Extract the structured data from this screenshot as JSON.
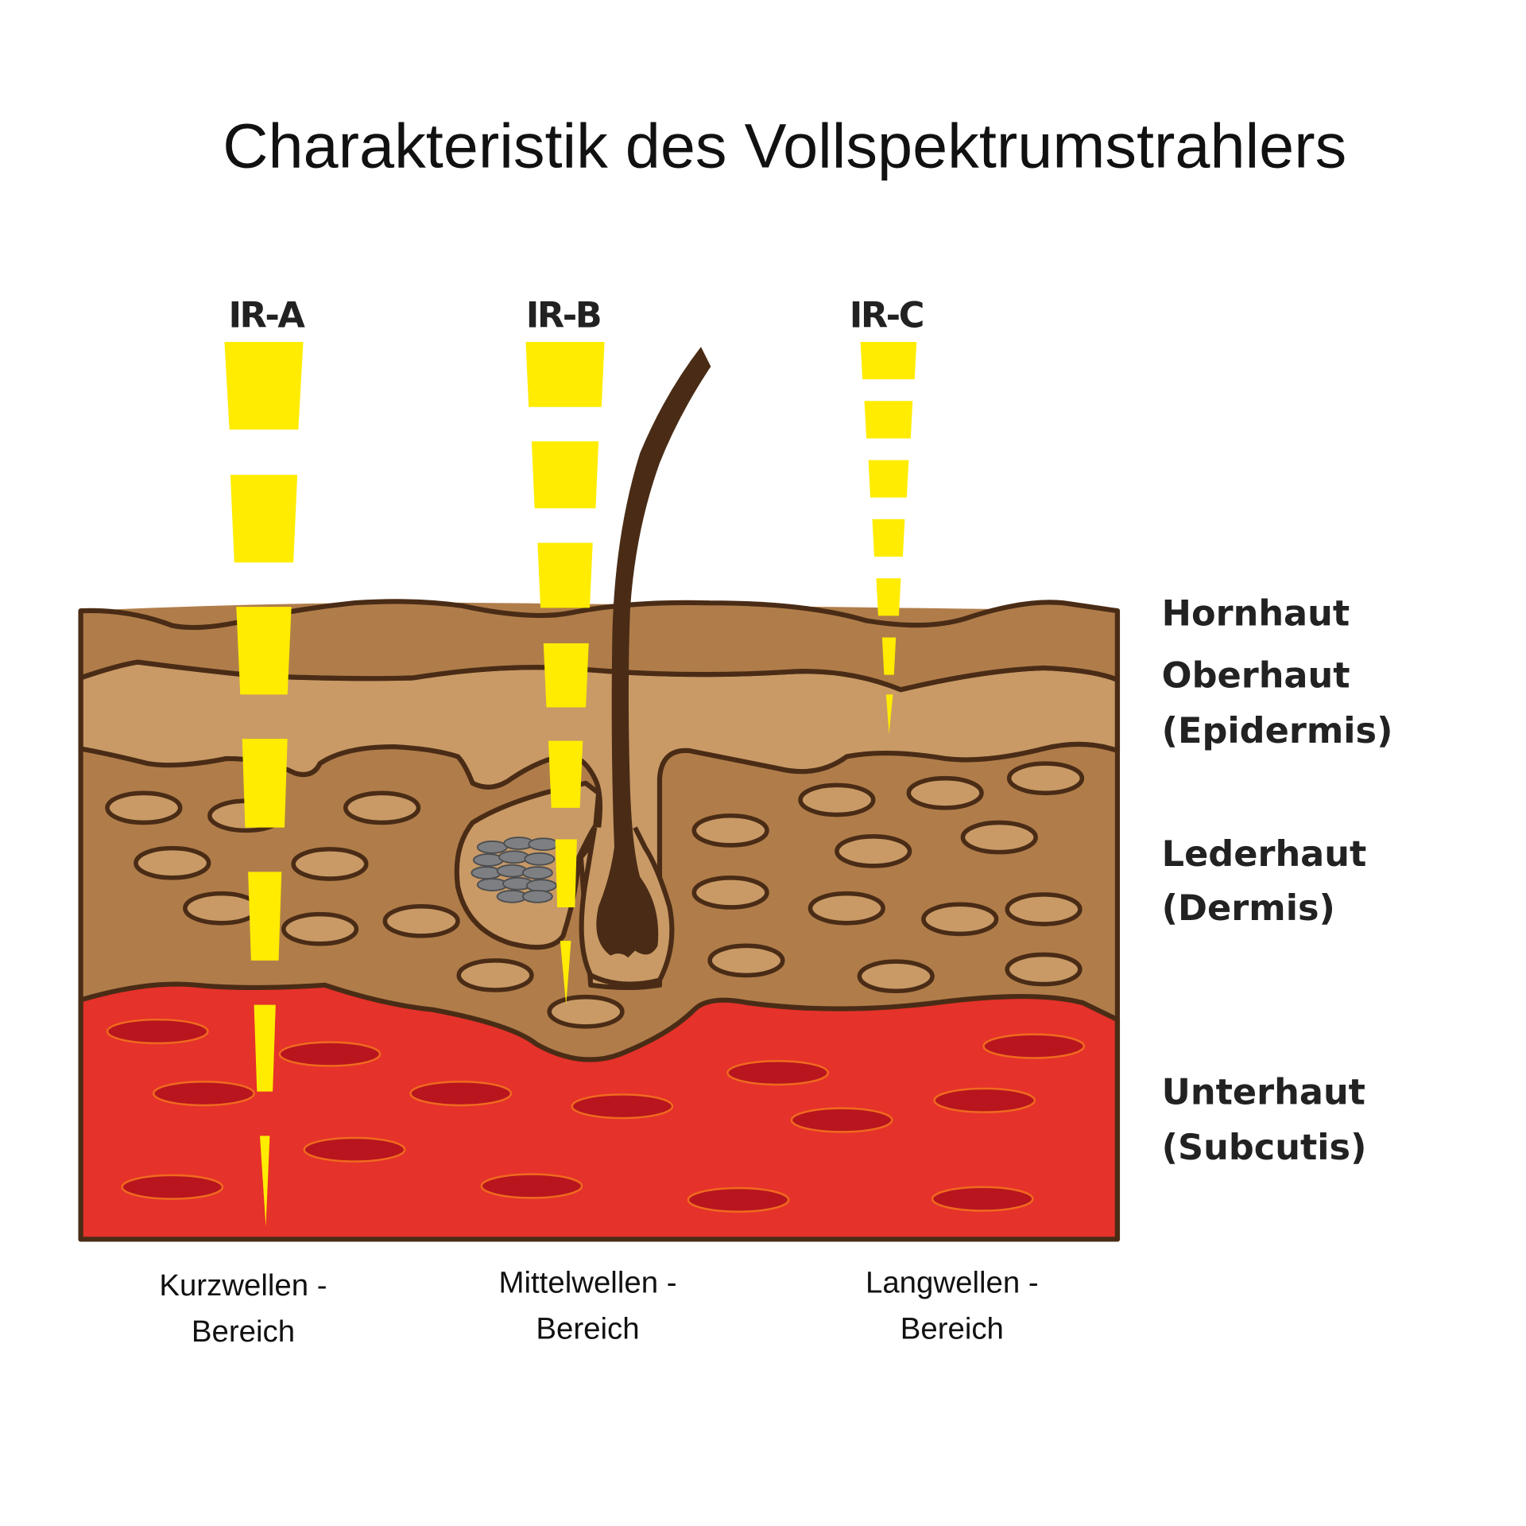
{
  "title": "Charakteristik  des Vollspektrumstrahlers",
  "beams": [
    {
      "label": "IR-A",
      "range_line1": "Kurzwellen -",
      "range_line2": "Bereich"
    },
    {
      "label": "IR-B",
      "range_line1": "Mittelwellen -",
      "range_line2": "Bereich"
    },
    {
      "label": "IR-C",
      "range_line1": "Langwellen -",
      "range_line2": "Bereich"
    }
  ],
  "layers": {
    "hornhaut": "Hornhaut",
    "oberhaut": "Oberhaut",
    "epidermis": "(Epidermis)",
    "lederhaut": "Lederhaut",
    "dermis": "(Dermis)",
    "unterhaut": "Unterhaut",
    "subcutis": "(Subcutis)"
  },
  "colors": {
    "beam": "#ffec00",
    "hornhaut": "#b07d4a",
    "epidermis": "#c99a66",
    "dermis": "#b07d4a",
    "subcutis": "#e5322a",
    "vessel": "#b8151f",
    "hair": "#4a2c16"
  }
}
